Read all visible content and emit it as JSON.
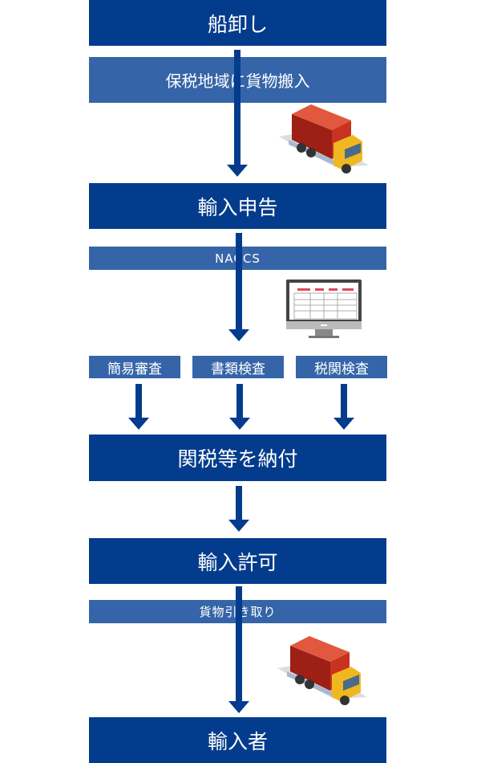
{
  "steps": {
    "unloading": "船卸し",
    "bonded_area": "保税地域に貨物搬入",
    "declaration": "輸入申告",
    "naccs": "NACCS",
    "simple_review": "簡易審査",
    "document_review": "書類検査",
    "customs_inspection": "税関検査",
    "pay_duties": "関税等を納付",
    "import_permit": "輸入許可",
    "cargo_pickup": "貨物引き取り",
    "importer": "輸入者"
  },
  "colors": {
    "dark": "#033c8c",
    "light": "#3565a8"
  }
}
